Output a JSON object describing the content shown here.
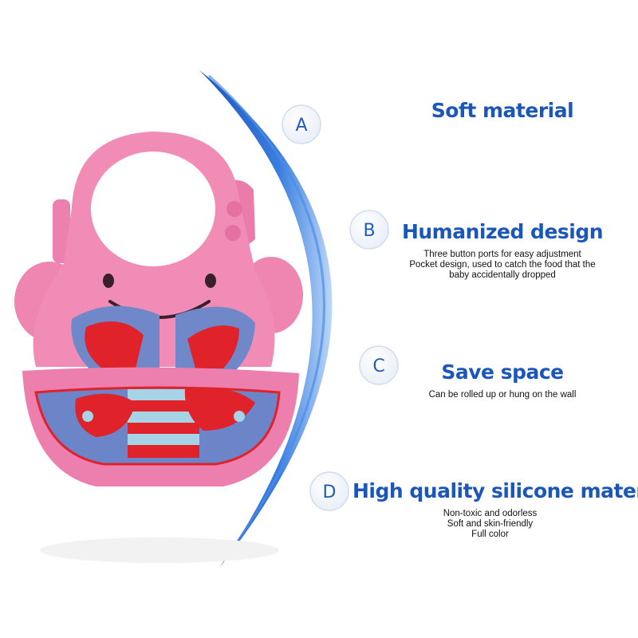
{
  "features": [
    {
      "badge": "A",
      "title": "Soft material",
      "lines": []
    },
    {
      "badge": "B",
      "title": "Humanized design",
      "lines": [
        "Three button ports for easy adjustment",
        "Pocket design, used to catch the food that the",
        "baby accidentally dropped"
      ]
    },
    {
      "badge": "C",
      "title": "Save space",
      "lines": [
        "Can be rolled up or hung on the wall"
      ]
    },
    {
      "badge": "D",
      "title": "High quality silicone materia",
      "lines": [
        "Non-toxic and odorless",
        "Soft and skin-friendly",
        "Full color"
      ]
    }
  ],
  "colors": {
    "title_blue": "#1b57b8",
    "arc_blue": "#2f6fd6",
    "bib_pink": "#ef86b2",
    "bib_blue": "#6f86c9",
    "bib_red": "#e0232b"
  },
  "image_subject": "pink silicone baby bib with smiling face and pocket"
}
